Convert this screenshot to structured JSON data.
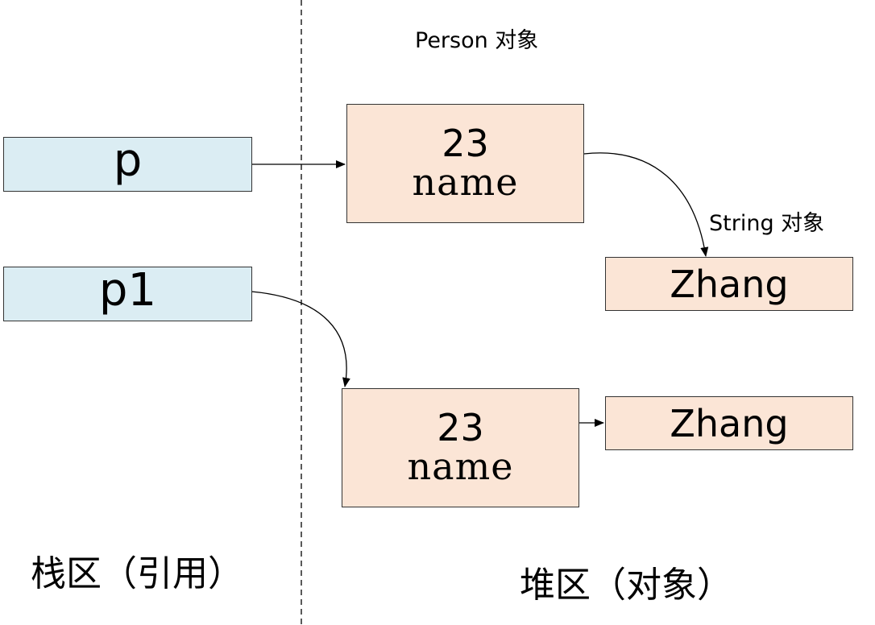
{
  "labels": {
    "person_object": "Person 对象",
    "string_object": "String 对象",
    "stack_area": "栈区（引用）",
    "heap_area": "堆区（对象）"
  },
  "references": [
    {
      "name": "p"
    },
    {
      "name": "p1"
    }
  ],
  "person_objects": [
    {
      "age": "23",
      "field": "name"
    },
    {
      "age": "23",
      "field": "name"
    }
  ],
  "string_objects": [
    {
      "value": "Zhang"
    },
    {
      "value": "Zhang"
    }
  ],
  "colors": {
    "stack_fill": "#dbedf3",
    "heap_fill": "#fbe5d6",
    "stroke": "#333333"
  }
}
